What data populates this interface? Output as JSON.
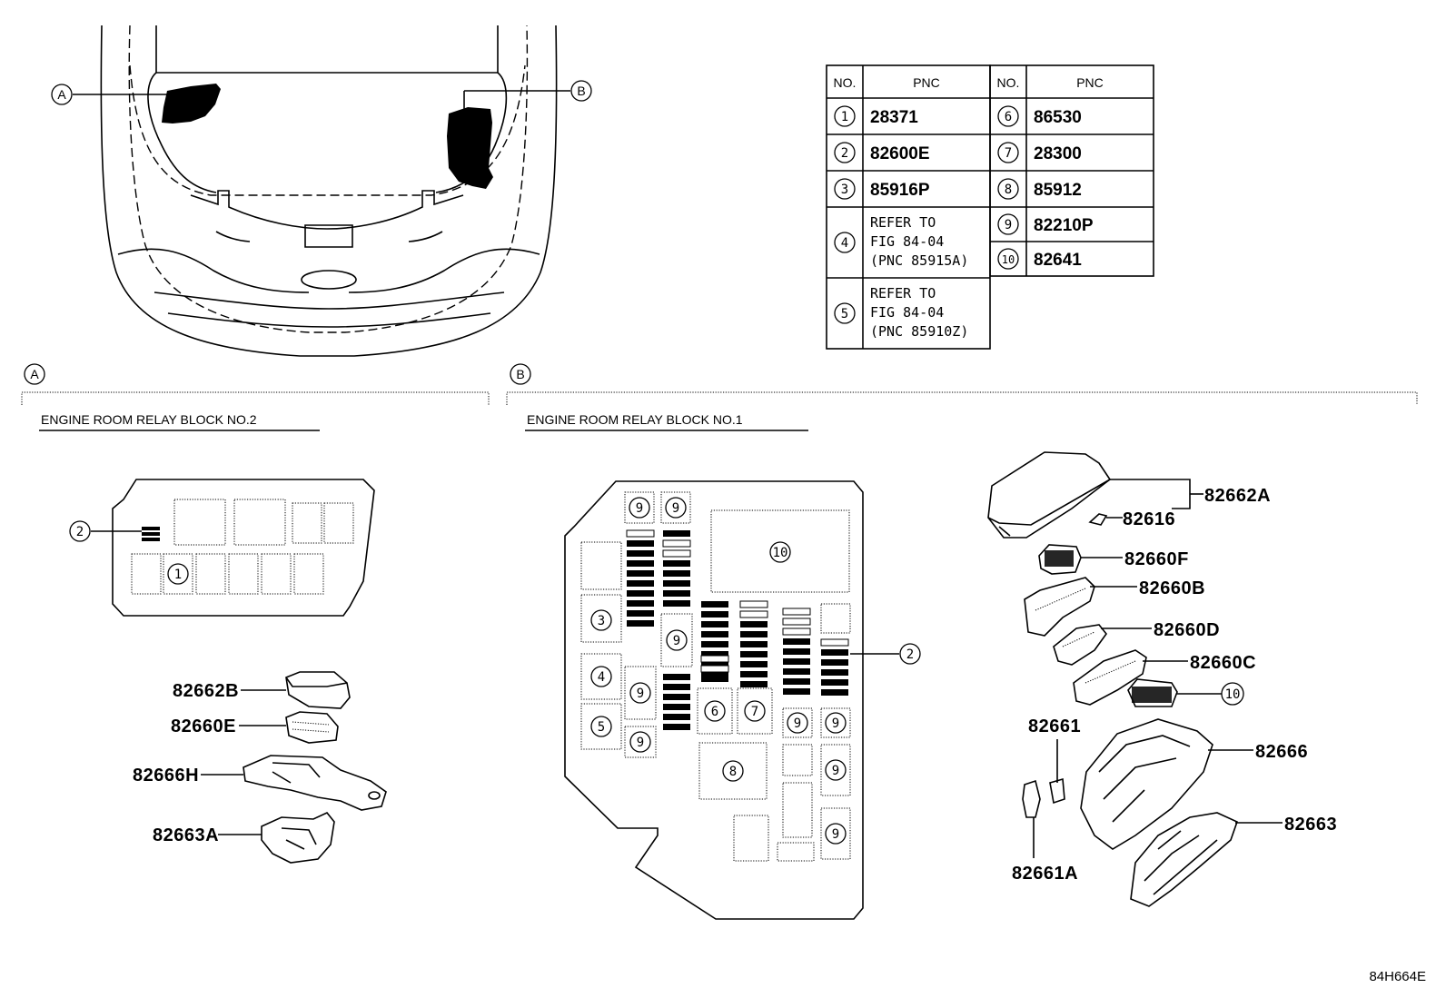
{
  "callouts": {
    "a": "A",
    "b": "B"
  },
  "table": {
    "headers": {
      "no": "NO.",
      "pnc": "PNC"
    },
    "rows_left": [
      {
        "no": "1",
        "pnc": "28371"
      },
      {
        "no": "2",
        "pnc": "82600E"
      },
      {
        "no": "3",
        "pnc": "85916P"
      },
      {
        "no": "4",
        "lines": [
          "REFER TO",
          "FIG 84-04",
          "(PNC 85915A)"
        ]
      },
      {
        "no": "5",
        "lines": [
          "REFER TO",
          "FIG 84-04",
          "(PNC 85910Z)"
        ]
      }
    ],
    "rows_right": [
      {
        "no": "6",
        "pnc": "86530"
      },
      {
        "no": "7",
        "pnc": "28300"
      },
      {
        "no": "8",
        "pnc": "85912"
      },
      {
        "no": "9",
        "pnc": "82210P"
      },
      {
        "no": "10",
        "pnc": "82641"
      }
    ]
  },
  "section_a": {
    "title": "ENGINE ROOM RELAY BLOCK NO.2",
    "parts": [
      "82662B",
      "82660E",
      "82666H",
      "82663A"
    ],
    "markers": {
      "relay": "1",
      "fuses": "2"
    }
  },
  "section_b": {
    "title": "ENGINE ROOM RELAY BLOCK NO.1",
    "parts": [
      "82662A",
      "82616",
      "82660F",
      "82660B",
      "82660D",
      "82660C",
      "82661",
      "82666",
      "82661A",
      "82663"
    ],
    "markers": {
      "n10": "10",
      "n9": "9",
      "n3": "3",
      "n4": "4",
      "n5": "5",
      "n6": "6",
      "n7": "7",
      "n8": "8",
      "n2": "2",
      "n10b": "10"
    }
  },
  "figure_code": "84H664E"
}
